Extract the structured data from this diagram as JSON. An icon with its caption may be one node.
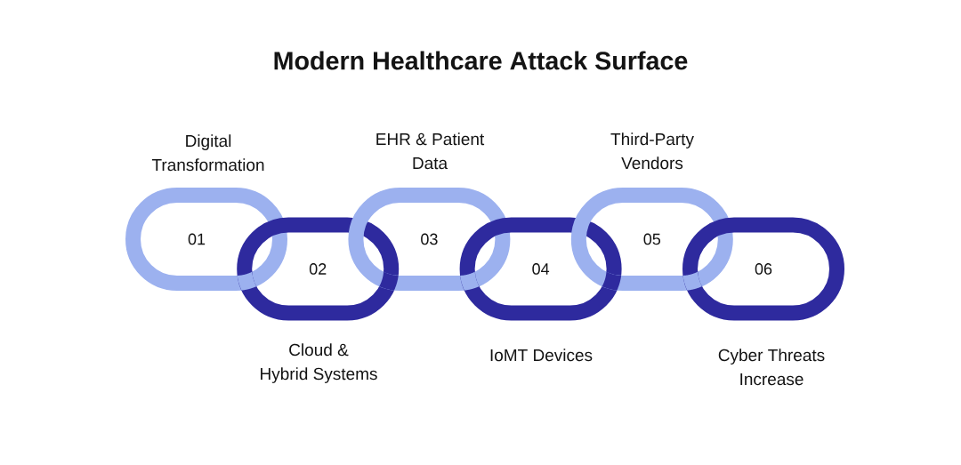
{
  "diagram": {
    "title": "Modern Healthcare Attack Surface",
    "nodes": [
      {
        "text": [
          "01"
        ],
        "beside": [
          "Digital Transformation"
        ]
      },
      {
        "text": [
          "02"
        ],
        "beside": [
          "Cloud & Hybrid Systems"
        ]
      },
      {
        "text": [
          "03"
        ],
        "beside": [
          "EHR & Patient Data"
        ]
      },
      {
        "text": [
          "04"
        ],
        "beside": [
          "IoMT Devices"
        ]
      },
      {
        "text": [
          "05"
        ],
        "beside": [
          "Third-Party Vendors"
        ]
      },
      {
        "text": [
          "06"
        ],
        "beside": [
          "Cyber Threats Increase"
        ]
      }
    ]
  }
}
